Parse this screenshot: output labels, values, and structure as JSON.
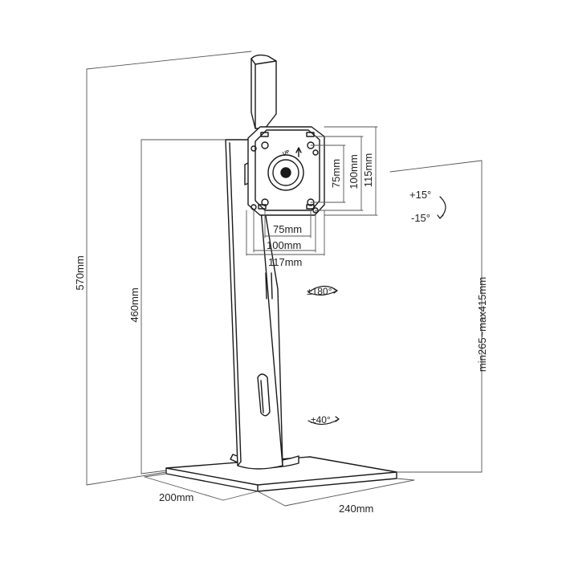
{
  "labels": {
    "total_height": "570mm",
    "column_height": "460mm",
    "height_range": "min265~max415mm",
    "base_depth": "200mm",
    "base_width": "240mm",
    "vesa_h_75": "75mm",
    "vesa_h_100": "100mm",
    "vesa_h_117": "117mm",
    "vesa_v_75": "75mm",
    "vesa_v_100": "100mm",
    "vesa_v_115": "115mm",
    "tilt_up": "+15°",
    "tilt_down": "-15°",
    "rotation": "±180°",
    "swivel": "±40°",
    "up_marking": "UP"
  },
  "colors": {
    "line": "#1a1a1a",
    "dimension_line": "#555555",
    "background": "#ffffff"
  }
}
